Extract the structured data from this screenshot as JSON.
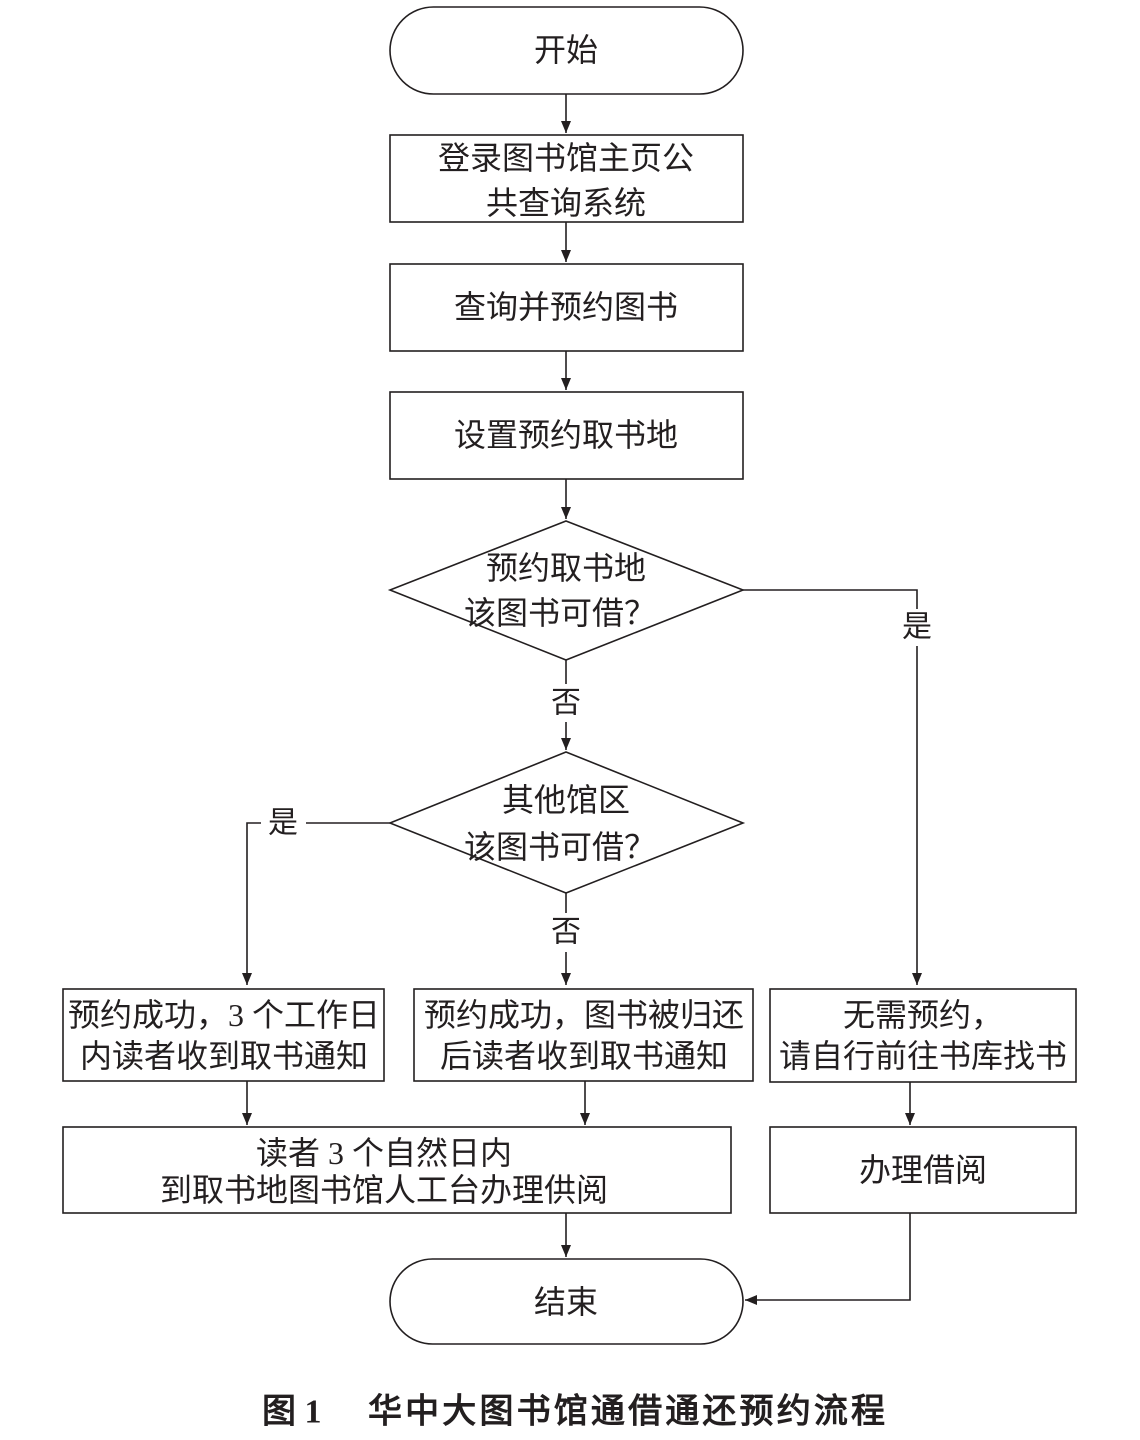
{
  "colors": {
    "line": "#231f20",
    "background": "#ffffff"
  },
  "diagram": {
    "nodes": {
      "start": {
        "text": "开始"
      },
      "login": {
        "lines": [
          "登录图书馆主页公",
          "共查询系统"
        ]
      },
      "search": {
        "text": "查询并预约图书"
      },
      "set_location": {
        "text": "设置预约取书地"
      },
      "decision_local": {
        "lines": [
          "预约取书地",
          "该图书可借？"
        ]
      },
      "decision_other": {
        "lines": [
          "其他馆区",
          "该图书可借？"
        ]
      },
      "success_3days": {
        "lines": [
          "预约成功，3 个工作日",
          "内读者收到取书通知"
        ]
      },
      "success_returned": {
        "lines": [
          "预约成功，图书被归还",
          "后读者收到取书通知"
        ]
      },
      "no_reservation": {
        "lines": [
          "无需预约，",
          "请自行前往书库找书"
        ]
      },
      "pickup": {
        "lines": [
          "读者 3 个自然日内",
          "到取书地图书馆人工台办理供阅"
        ]
      },
      "borrow": {
        "text": "办理借阅"
      },
      "end": {
        "text": "结束"
      }
    },
    "edge_labels": {
      "local_yes": "是",
      "local_no": "否",
      "other_yes": "是",
      "other_no": "否"
    }
  },
  "caption": {
    "label": "图 1",
    "title": "华中大图书馆通借通还预约流程"
  }
}
